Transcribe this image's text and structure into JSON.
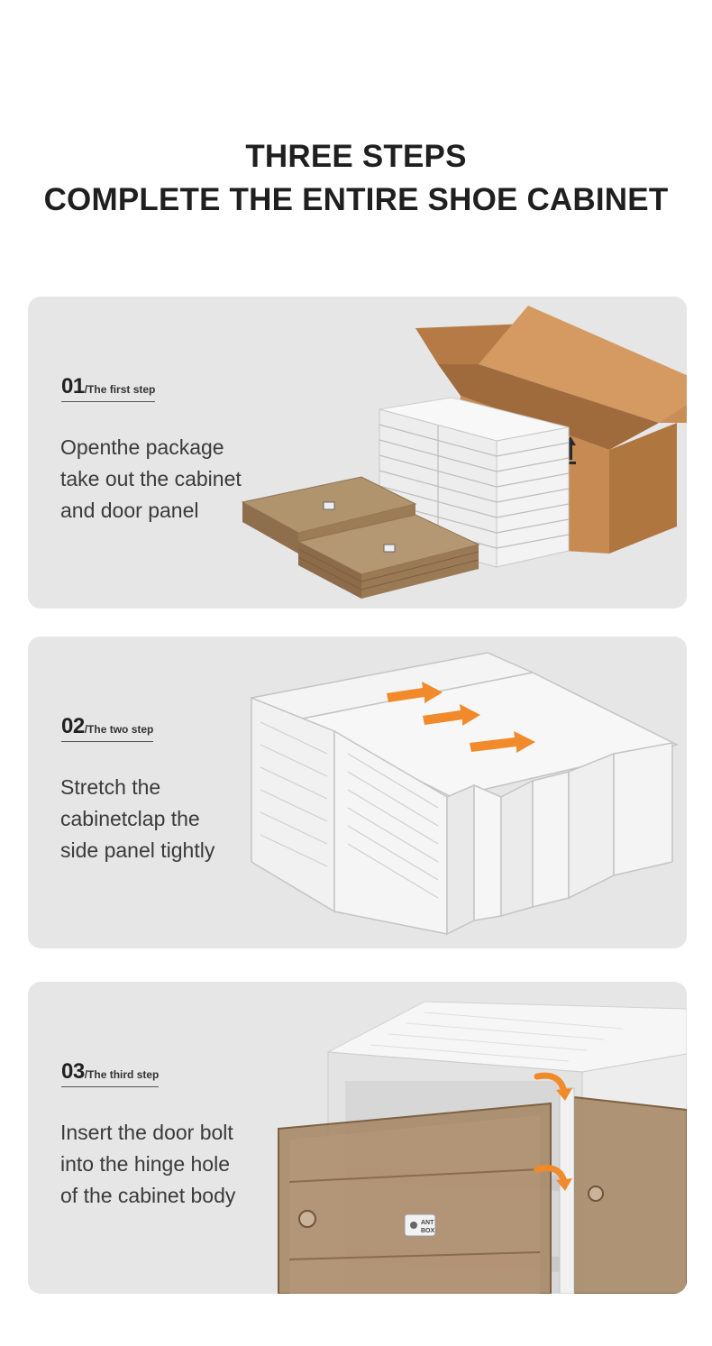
{
  "heading": {
    "line1": "THREE STEPS",
    "line2": "COMPLETE THE ENTIRE SHOE CABINET"
  },
  "steps": [
    {
      "number": "01",
      "label": "/The first step",
      "lines": [
        "Openthe package",
        "take out the cabinet",
        "and door panel"
      ]
    },
    {
      "number": "02",
      "label": "/The two step",
      "lines": [
        "Stretch the",
        "cabinetclap the",
        "side panel tightly"
      ]
    },
    {
      "number": "03",
      "label": "/The third step",
      "lines": [
        "Insert the door bolt",
        "into the hinge hole",
        "of the cabinet body"
      ]
    }
  ],
  "badge": {
    "line1": "ANT",
    "line2": "BOX"
  },
  "colors": {
    "card_bg": "#e6e6e6",
    "cardboard": "#c8915a",
    "amber_panel": "#a58663",
    "arrow": "#f08a2a"
  }
}
